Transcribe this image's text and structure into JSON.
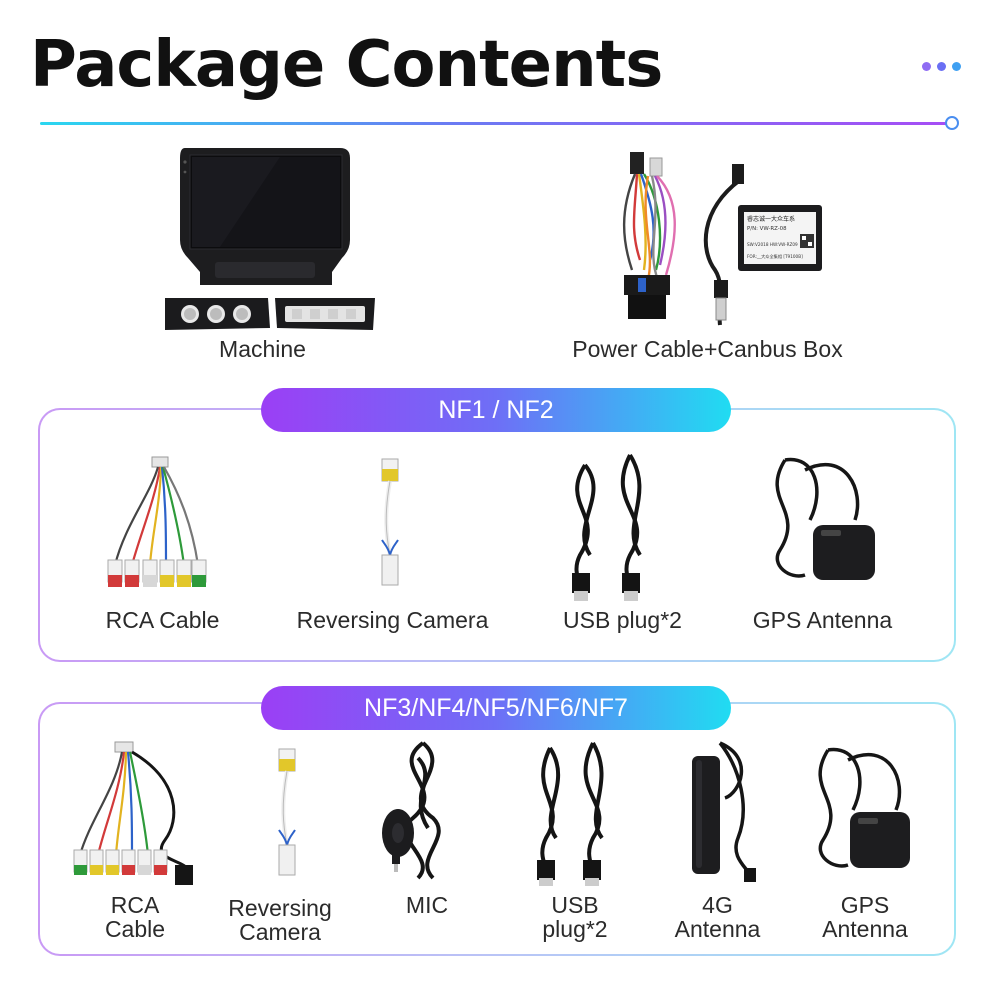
{
  "header": {
    "title": "Package Contents",
    "dot_colors": [
      "#8f6cf3",
      "#6a6ff4",
      "#3fa0f2"
    ]
  },
  "top_items": [
    {
      "label": "Machine",
      "icon": "head-unit-icon"
    },
    {
      "label": "Power Cable+Canbus Box",
      "icon": "power-cable-canbus-icon",
      "canbus_label_lines": [
        "睿志诚一大众车系",
        "P/N: VW-RZ-08",
        "SW:V2018 HW:VW-RZ09",
        "FOR:__大众全集相 [T9100B]"
      ]
    }
  ],
  "group_nf12": {
    "label": "NF1 / NF2",
    "items": [
      {
        "label": "RCA Cable",
        "icon": "rca-cable-icon"
      },
      {
        "label": "Reversing Camera",
        "icon": "reversing-camera-cable-icon"
      },
      {
        "label": "USB plug*2",
        "icon": "usb-plug-icon"
      },
      {
        "label": "GPS Antenna",
        "icon": "gps-antenna-icon"
      }
    ]
  },
  "group_nf37": {
    "label": "NF3/NF4/NF5/NF6/NF7",
    "items": [
      {
        "label_lines": [
          "RCA",
          "Cable"
        ],
        "icon": "rca-cable-icon"
      },
      {
        "label_lines": [
          "Reversing",
          "Camera"
        ],
        "icon": "reversing-camera-cable-icon"
      },
      {
        "label_lines": [
          "MIC"
        ],
        "icon": "mic-icon"
      },
      {
        "label_lines": [
          "USB",
          "plug*2"
        ],
        "icon": "usb-plug-icon"
      },
      {
        "label_lines": [
          "4G",
          "Antenna"
        ],
        "icon": "antenna-4g-icon"
      },
      {
        "label_lines": [
          "GPS",
          "Antenna"
        ],
        "icon": "gps-antenna-icon"
      }
    ]
  }
}
